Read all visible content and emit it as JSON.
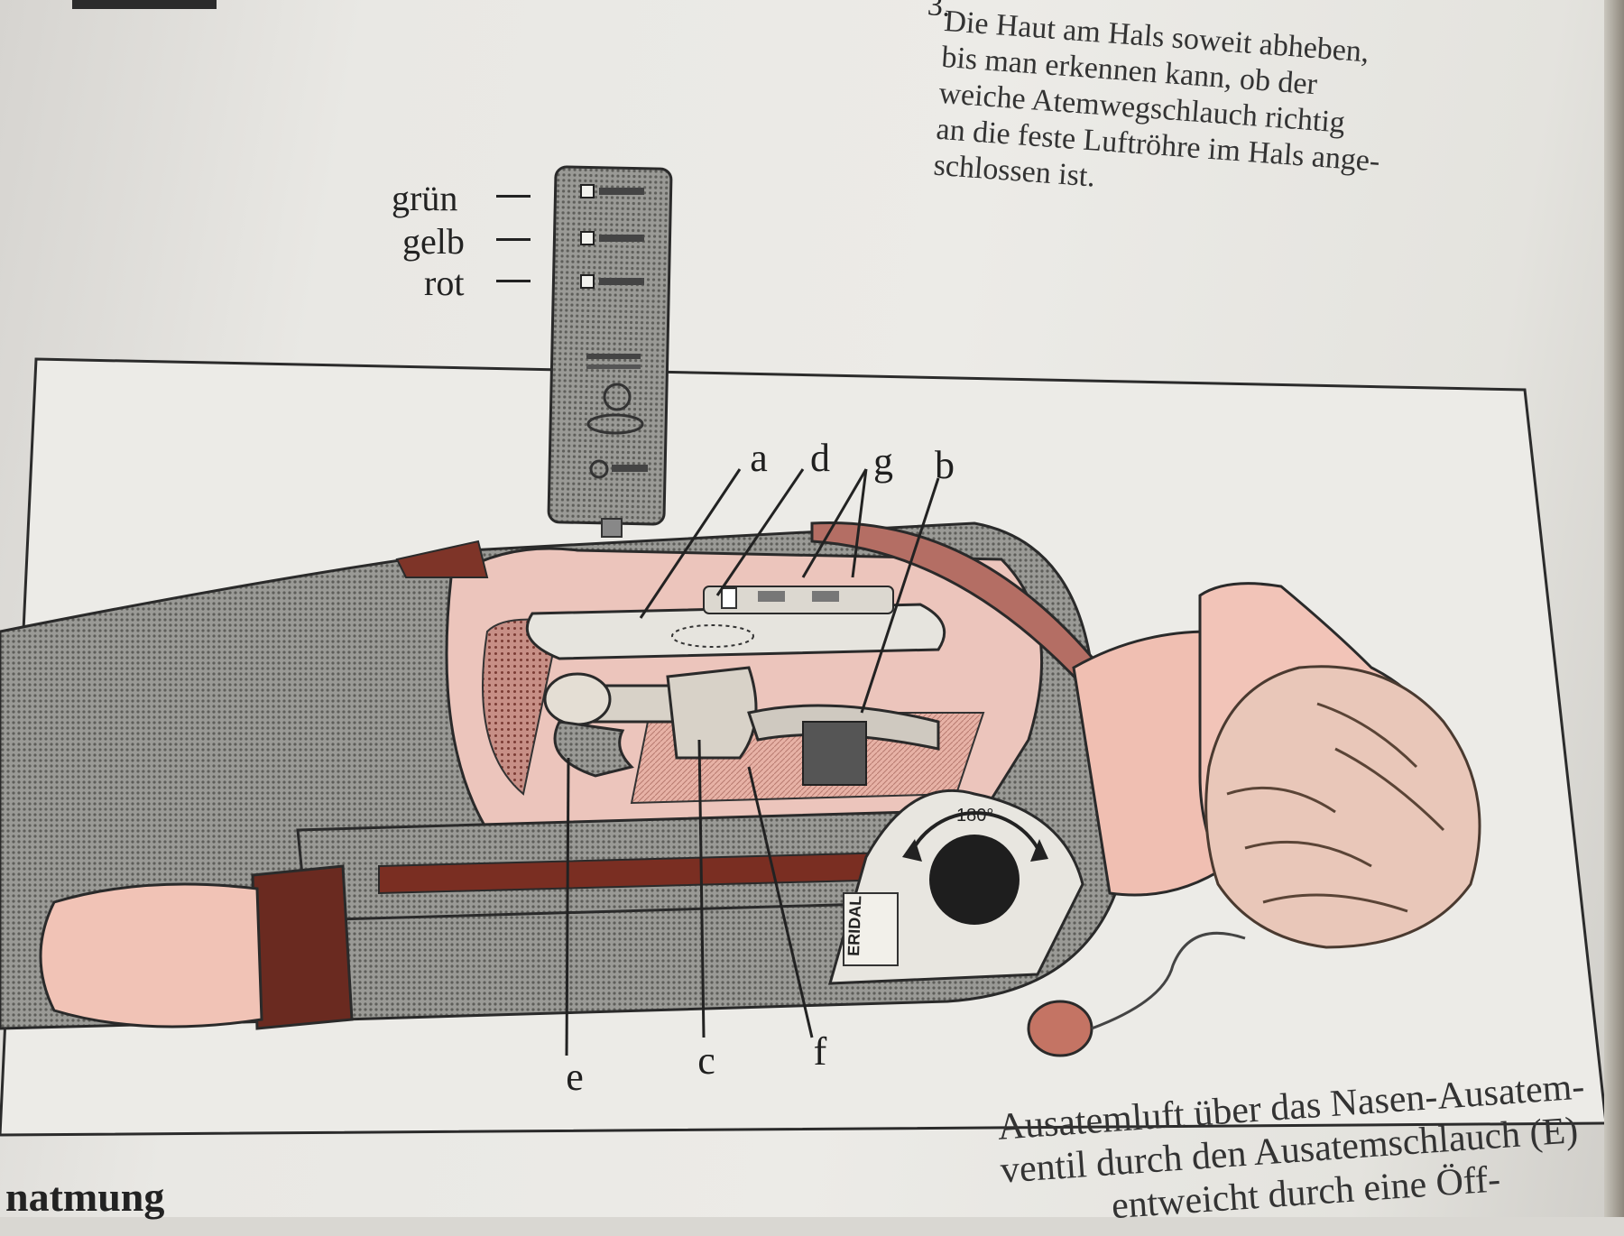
{
  "paragraph_top": {
    "number": "3.",
    "lines": [
      "Die Haut am Hals soweit abheben,",
      "bis man erkennen kann, ob der",
      "weiche Atemwegschlauch richtig",
      "an die feste Luftröhre im Hals ange-",
      "schlossen ist."
    ]
  },
  "figure": {
    "led_labels": [
      "grün",
      "gelb",
      "rot"
    ],
    "led_colors": {
      "green": "#3a8a3a",
      "yellow": "#c8b030",
      "red": "#b03020"
    },
    "letters": {
      "a": "a",
      "d": "d",
      "g": "g",
      "b": "b",
      "e": "e",
      "c": "c",
      "f": "f"
    },
    "dial_label": "180°",
    "brand_label": "ERIDAL"
  },
  "paragraph_bottom": {
    "lines": [
      "Ausatemluft über das Nasen-Ausatem-",
      "ventil durch den Ausatemschlauch (E)",
      "entweicht durch eine Öff-"
    ]
  },
  "section_heading": "natmung"
}
